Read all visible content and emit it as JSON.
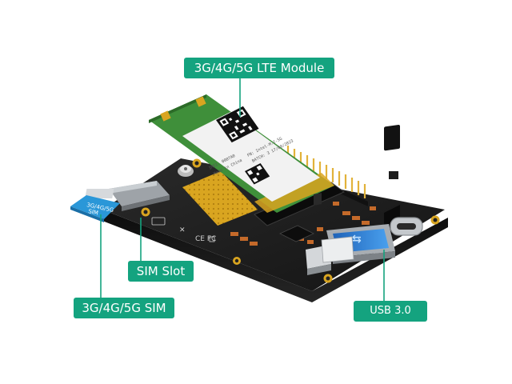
{
  "callouts": {
    "module": "3G/4G/5G LTE Module",
    "sim_slot": "SIM Slot",
    "sim_card": "3G/4G/5G  SIM",
    "usb": "USB  3.0"
  },
  "sim_card_text": {
    "line1": "3G/4G/5G",
    "line2": "SIM"
  },
  "module_label_lines": [
    "FN: Intel-M.2-5G",
    "BATCH: 3 17/09/2023",
    "IMEI: 0007A0",
    "Made in China"
  ],
  "colors": {
    "callout": "#14a37f",
    "pcb": "#1c1c1c",
    "module_pcb": "#3f8f3a",
    "gold": "#d9a520",
    "usb_blue": "#2f7fd6",
    "sim_blue": "#2a97d8"
  }
}
